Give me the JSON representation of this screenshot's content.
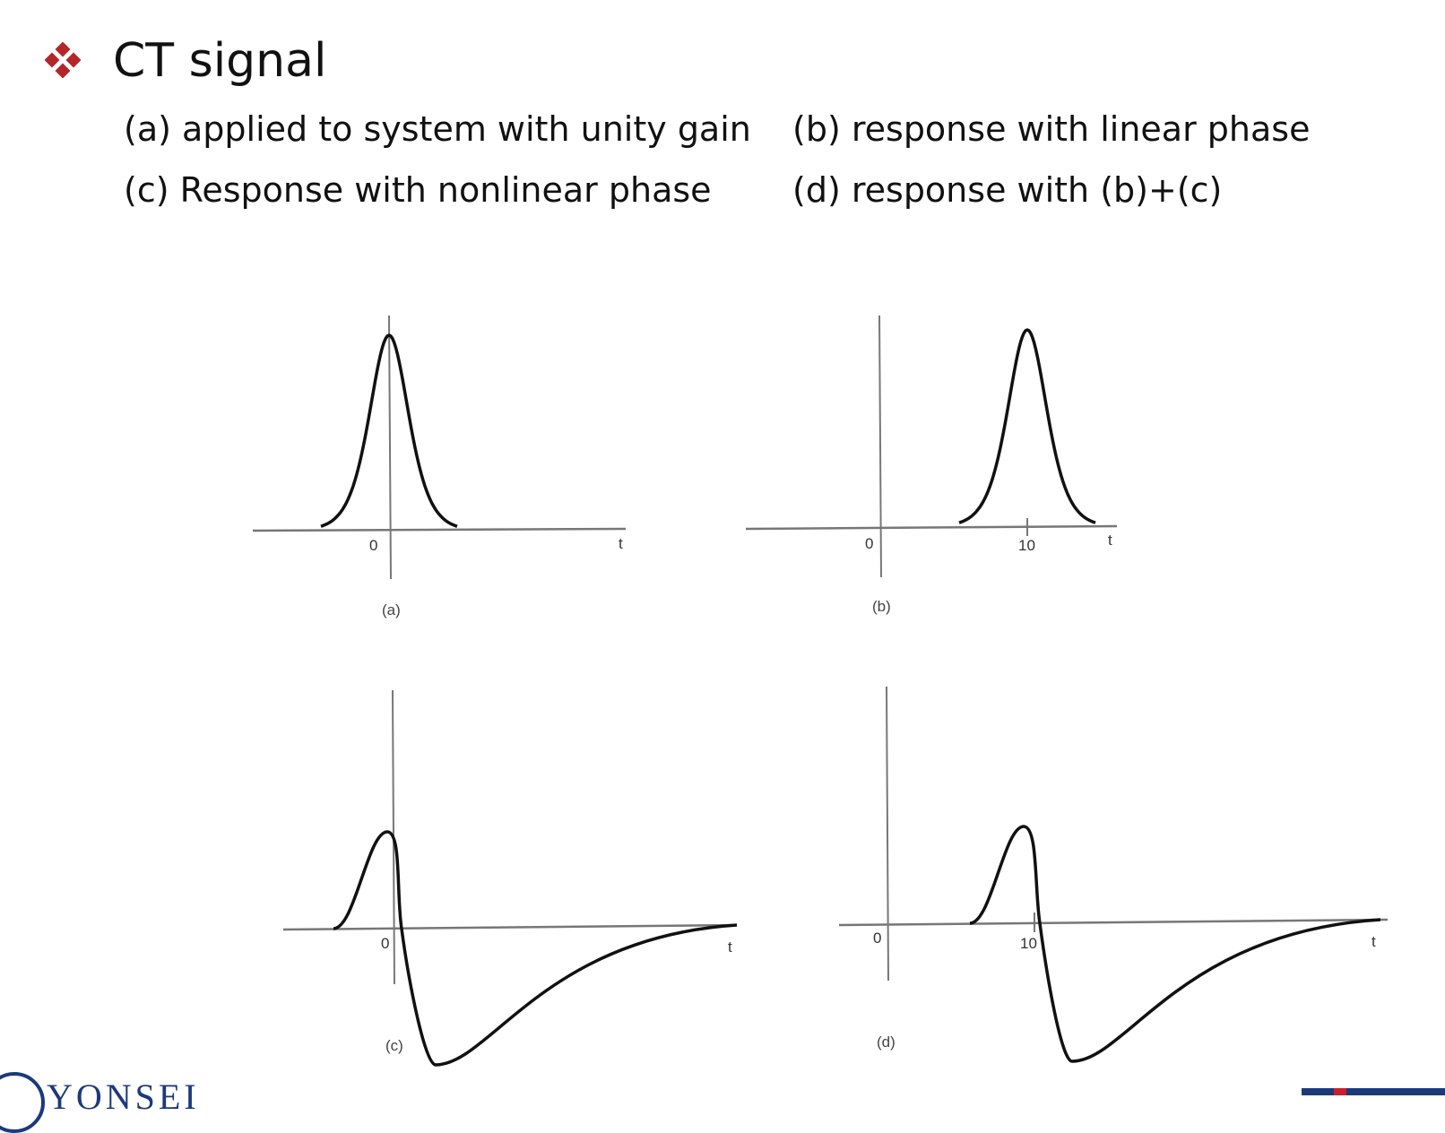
{
  "slide": {
    "title": "CT signal",
    "captions": {
      "a": "(a) applied to system with unity gain",
      "b": "(b) response with linear phase",
      "c": "(c) Response with nonlinear phase",
      "d": "(d) response with (b)+(c)"
    },
    "footer_logo_text": "YONSEI"
  },
  "panels": {
    "a": {
      "label": "(a)",
      "origin_label": "0",
      "time_label": "t"
    },
    "b": {
      "label": "(b)",
      "origin_label": "0",
      "delay_label": "10",
      "time_label": "t"
    },
    "c": {
      "label": "(c)",
      "origin_label": "0",
      "time_label": "t"
    },
    "d": {
      "label": "(d)",
      "origin_label": "0",
      "delay_label": "10",
      "time_label": "t"
    }
  },
  "colors": {
    "bullet": "#b3262a",
    "curve": "#111111",
    "axis": "#777777",
    "brand": "#1b3a7a"
  }
}
